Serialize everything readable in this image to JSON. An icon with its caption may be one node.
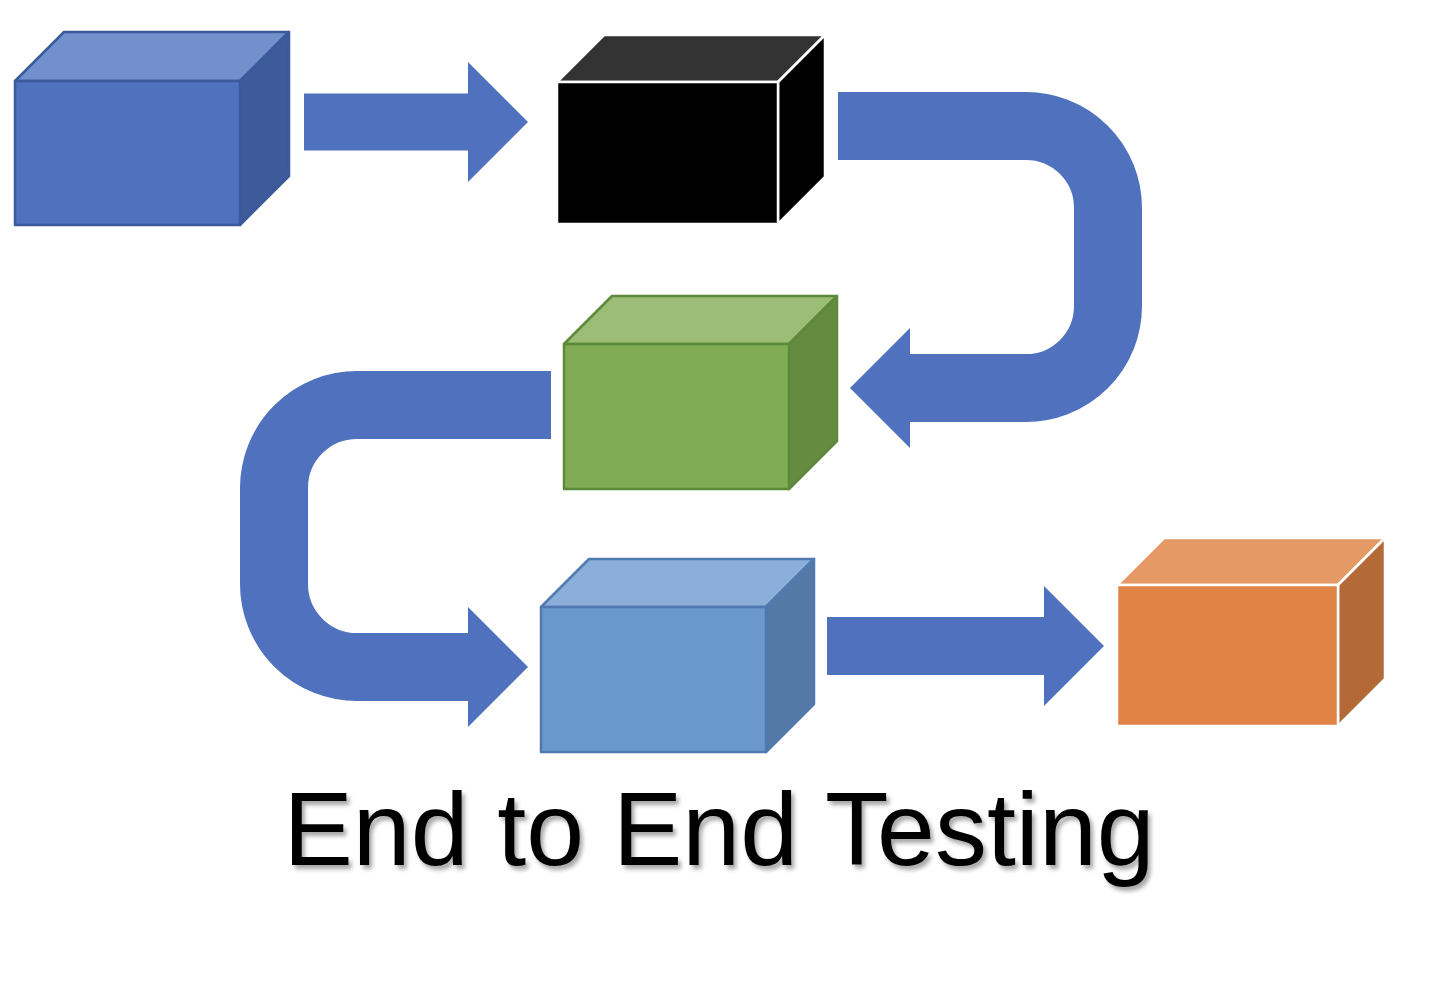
{
  "diagram": {
    "title": "End to End Testing",
    "nodes": [
      {
        "text": [],
        "shape": "box"
      },
      {
        "text": [],
        "shape": "box"
      },
      {
        "text": [],
        "shape": "box"
      },
      {
        "text": [],
        "shape": "box"
      },
      {
        "text": [],
        "shape": "box"
      }
    ],
    "edges": [
      {
        "from": 0,
        "to": 1,
        "arrow": "to"
      },
      {
        "from": 1,
        "to": 2,
        "arrow": "to"
      },
      {
        "from": 2,
        "to": 3,
        "arrow": "to"
      },
      {
        "from": 3,
        "to": 4,
        "arrow": "to"
      }
    ]
  }
}
